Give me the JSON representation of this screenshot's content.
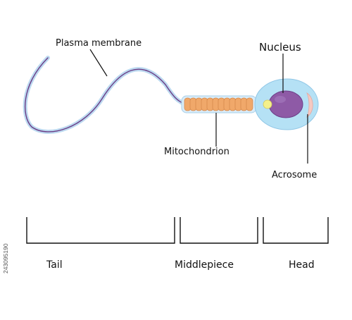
{
  "labels": {
    "plasma_membrane": "Plasma membrane",
    "nucleus": "Nucleus",
    "mitochondrion": "Mitochondrion",
    "acrosome": "Acrosome"
  },
  "segments": {
    "tail": "Tail",
    "middlepiece": "Middlepiece",
    "head": "Head"
  },
  "watermark": "243095190",
  "colors": {
    "membrane": "#bcd9f0",
    "tail_core": "#6b3d86",
    "midpiece": "#f0a86a",
    "head": "#b5e1f5",
    "nucleus": "#8e5aa6",
    "centriole": "#f4f08a",
    "acrosome": "#f6c9c2"
  }
}
